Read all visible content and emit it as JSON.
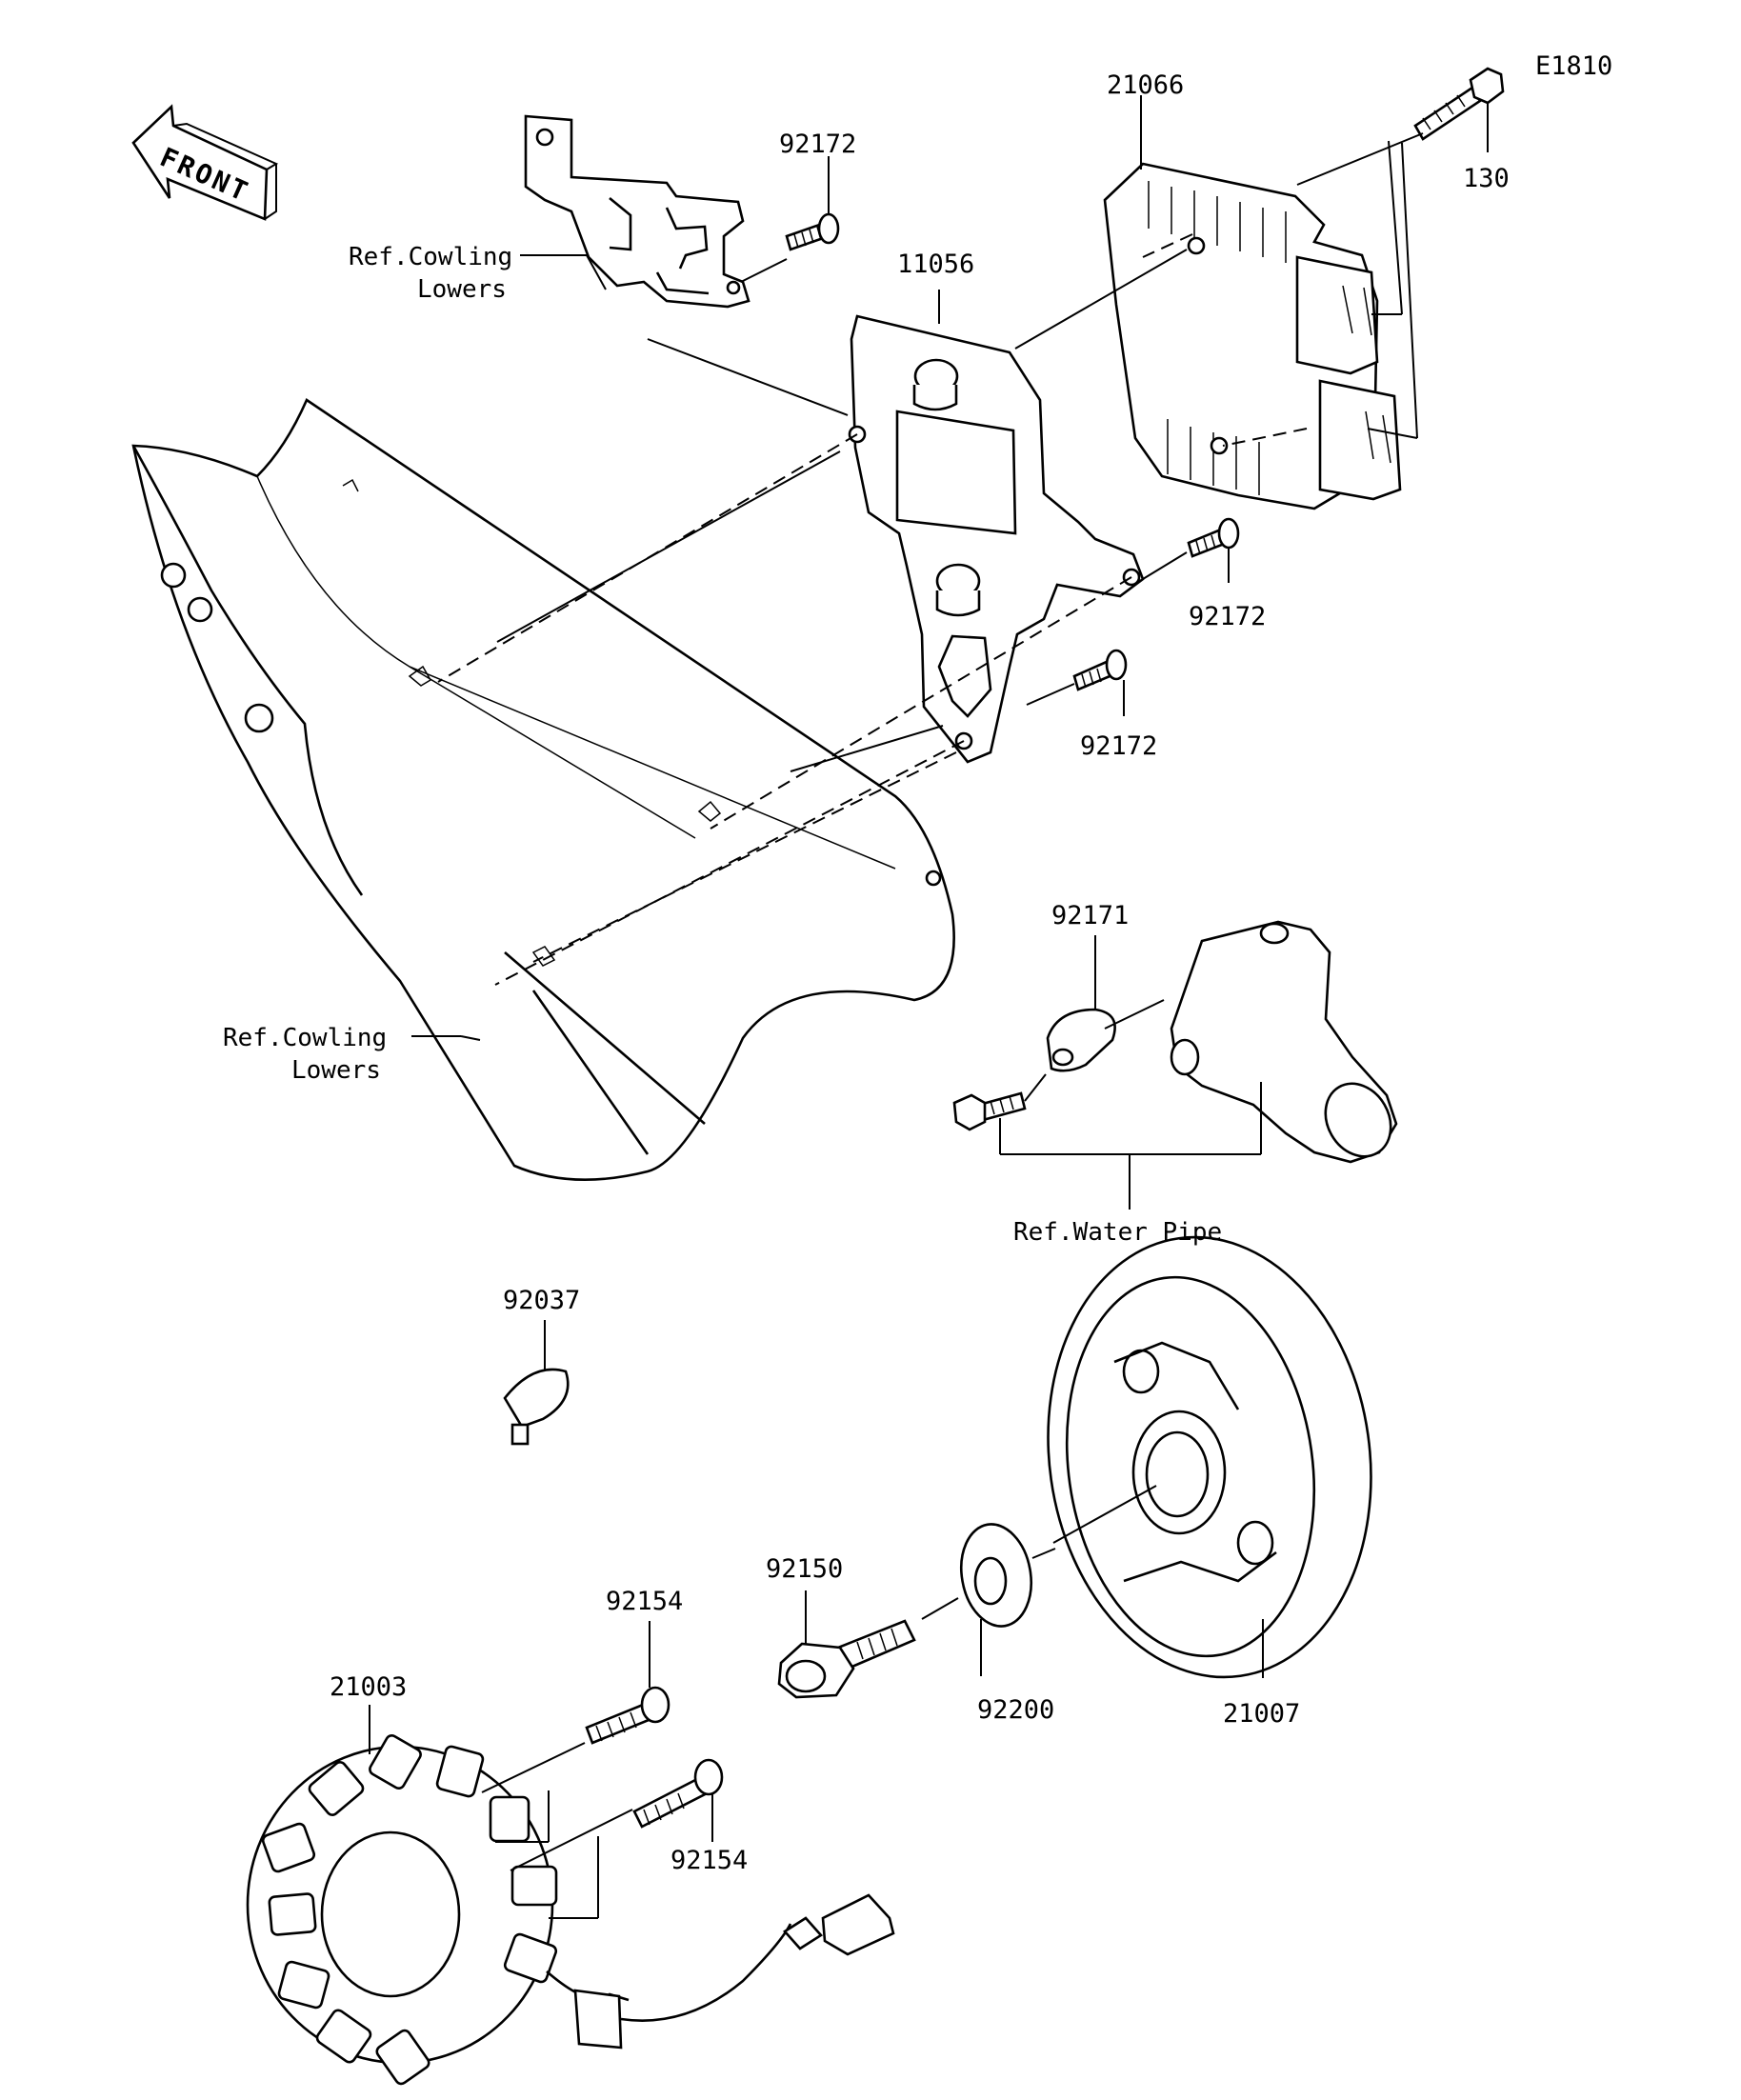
{
  "diagram_code": "E1810",
  "front_arrow_label": "FRONT",
  "parts": {
    "p21066": "21066",
    "p130": "130",
    "p92172_top": "92172",
    "p11056": "11056",
    "p92172_mid": "92172",
    "p92172_low": "92172",
    "p92171": "92171",
    "p92037": "92037",
    "p92150": "92150",
    "p92154_top": "92154",
    "p21003": "21003",
    "p92154_low": "92154",
    "p92200": "92200",
    "p21007": "21007"
  },
  "refs": {
    "cowling_top_line1": "Ref.Cowling",
    "cowling_top_line2": "Lowers",
    "cowling_bottom_line1": "Ref.Cowling",
    "cowling_bottom_line2": "Lowers",
    "water_pipe": "Ref.Water Pipe"
  }
}
